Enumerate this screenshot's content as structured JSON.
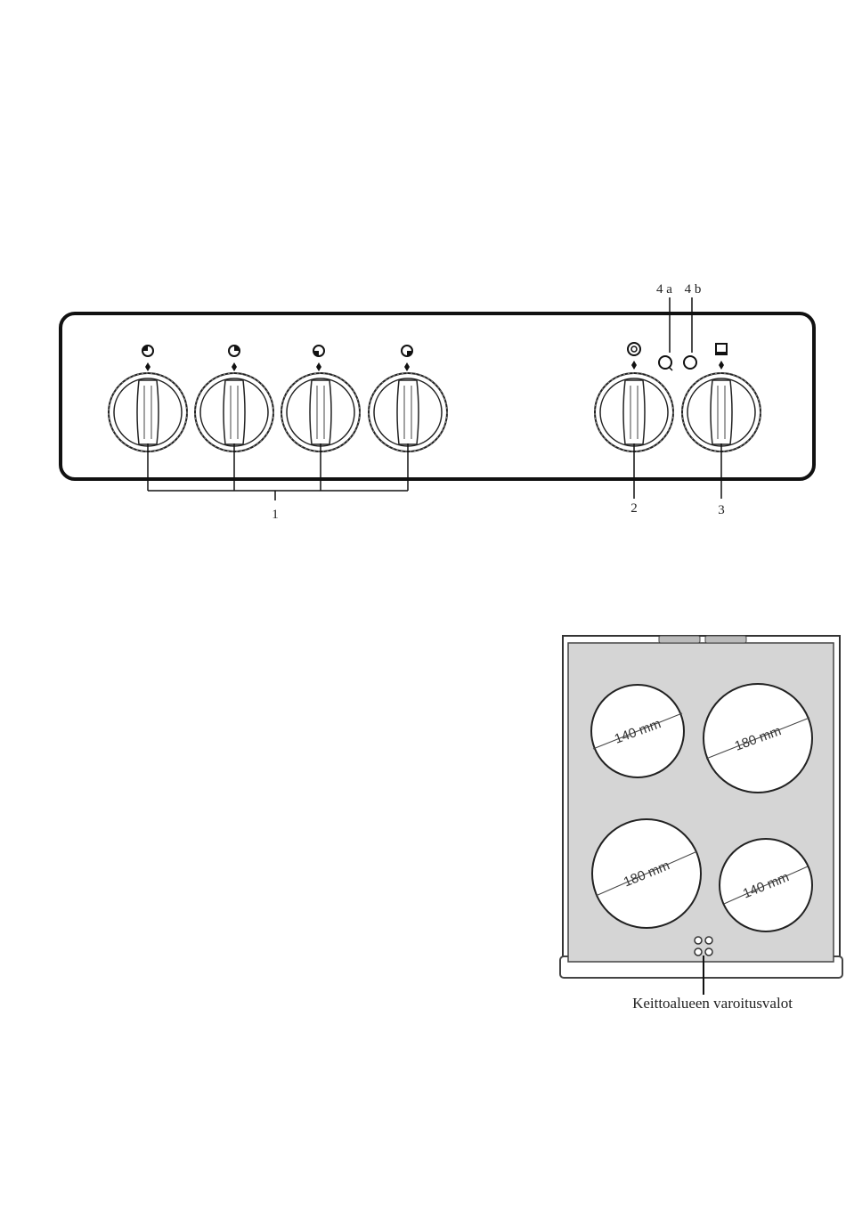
{
  "control_panel": {
    "callouts": {
      "hob_knobs": "1",
      "oven_function_knob": "2",
      "thermostat_knob": "3",
      "light_4a": "4 a",
      "light_4b": "4 b"
    }
  },
  "hob": {
    "zones": [
      {
        "position": "rear-left",
        "size_label": "140 mm"
      },
      {
        "position": "rear-right",
        "size_label": "180 mm"
      },
      {
        "position": "front-left",
        "size_label": "180 mm"
      },
      {
        "position": "front-right",
        "size_label": "140 mm"
      }
    ],
    "caption": "Keittoalueen varoitusvalot"
  }
}
